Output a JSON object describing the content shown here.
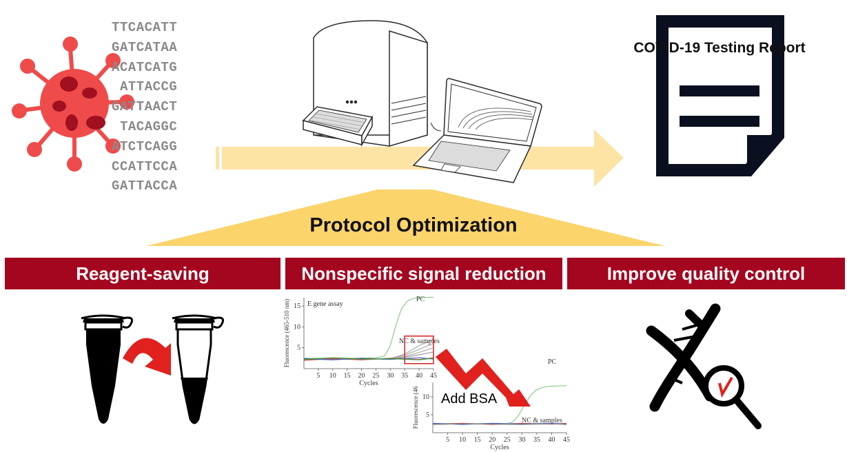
{
  "sequence_lines": [
    "TTCACATT",
    "GATCATAA",
    "ACATCATG",
    "ATTACCG",
    "GATTAACT",
    "TACAGGC",
    "ATCTCAGG",
    "CCATTCCA",
    "GATTACCA"
  ],
  "report": {
    "title": "COVID-19 Testing Report"
  },
  "protocol": {
    "title": "Protocol Optimization"
  },
  "bands": {
    "reagent": "Reagent-saving",
    "nonspecific": "Nonspecific signal reduction",
    "quality": "Improve quality control"
  },
  "add_bsa_label": "Add BSA",
  "colors": {
    "virus": "#ef4b4b",
    "virus_spot": "#a0101f",
    "band": "#a4051f",
    "arrow": "#fde3a4",
    "trap": "#fbd46c",
    "red_arrow": "#e0211e",
    "report": "#0b1020"
  },
  "chart_data": [
    {
      "type": "line",
      "title": "E gene assay",
      "xlabel": "Cycles",
      "ylabel": "Fluorescence (465-510 nm)",
      "xlim": [
        0,
        45
      ],
      "ylim": [
        0,
        17
      ],
      "xticks": [
        "5",
        "10",
        "15",
        "20",
        "25",
        "30",
        "35",
        "40",
        "45"
      ],
      "yticks": [
        "5",
        "10",
        "15"
      ],
      "annotations": [
        "PC",
        "NC & samples"
      ],
      "series": [
        {
          "x": [
            0,
            20,
            25,
            28,
            30,
            32,
            34,
            36,
            38,
            40,
            45
          ],
          "y": [
            2.5,
            2.5,
            2.6,
            3.0,
            5.5,
            10.5,
            14.5,
            16.2,
            16.8,
            17.0,
            17.1
          ],
          "color": "#8fc98f"
        },
        {
          "x": [
            0,
            30,
            35,
            40,
            45
          ],
          "y": [
            2.3,
            2.4,
            3.5,
            5.5,
            7.0
          ],
          "color": "#aaaaaa"
        },
        {
          "x": [
            0,
            30,
            35,
            40,
            45
          ],
          "y": [
            2.3,
            2.4,
            3.2,
            4.6,
            6.0
          ],
          "color": "#aaaaaa"
        },
        {
          "x": [
            0,
            30,
            35,
            40,
            45
          ],
          "y": [
            2.3,
            2.3,
            2.9,
            3.9,
            5.0
          ],
          "color": "#aaaaaa"
        },
        {
          "x": [
            0,
            30,
            35,
            40,
            45
          ],
          "y": [
            2.2,
            2.3,
            2.7,
            3.3,
            4.0
          ],
          "color": "#9a9a9a"
        },
        {
          "x": [
            0,
            10,
            20,
            30,
            40,
            45
          ],
          "y": [
            2.0,
            2.4,
            2.1,
            2.5,
            2.2,
            2.6
          ],
          "color": "#d04040"
        },
        {
          "x": [
            0,
            10,
            20,
            30,
            40,
            45
          ],
          "y": [
            2.4,
            2.1,
            2.5,
            2.2,
            2.6,
            2.3
          ],
          "color": "#4060c0"
        },
        {
          "x": [
            0,
            10,
            20,
            30,
            40,
            45
          ],
          "y": [
            2.2,
            2.6,
            2.3,
            2.4,
            2.1,
            2.5
          ],
          "color": "#40a040"
        }
      ]
    },
    {
      "type": "line",
      "title": "",
      "xlabel": "Cycles",
      "ylabel": "Fluorescence (46",
      "xlim": [
        0,
        45
      ],
      "ylim": [
        0,
        14
      ],
      "xticks": [
        "5",
        "10",
        "15",
        "20",
        "25",
        "30",
        "35",
        "40",
        "45"
      ],
      "yticks": [
        "5",
        "10"
      ],
      "annotations": [
        "PC",
        "NC & samples"
      ],
      "series": [
        {
          "x": [
            0,
            25,
            27,
            29,
            31,
            33,
            35,
            37,
            39,
            42,
            45
          ],
          "y": [
            2.5,
            2.5,
            3.0,
            5.0,
            8.0,
            10.5,
            12.0,
            12.6,
            12.9,
            13.0,
            13.1
          ],
          "color": "#8fc98f"
        },
        {
          "x": [
            0,
            10,
            20,
            30,
            40,
            45
          ],
          "y": [
            2.4,
            2.6,
            2.3,
            2.6,
            2.4,
            2.6
          ],
          "color": "#d04040"
        },
        {
          "x": [
            0,
            10,
            20,
            30,
            40,
            45
          ],
          "y": [
            2.6,
            2.3,
            2.6,
            2.4,
            2.6,
            2.4
          ],
          "color": "#4060c0"
        },
        {
          "x": [
            0,
            10,
            20,
            30,
            40,
            45
          ],
          "y": [
            2.3,
            2.5,
            2.4,
            2.3,
            2.5,
            2.3
          ],
          "color": "#808080"
        }
      ]
    }
  ]
}
